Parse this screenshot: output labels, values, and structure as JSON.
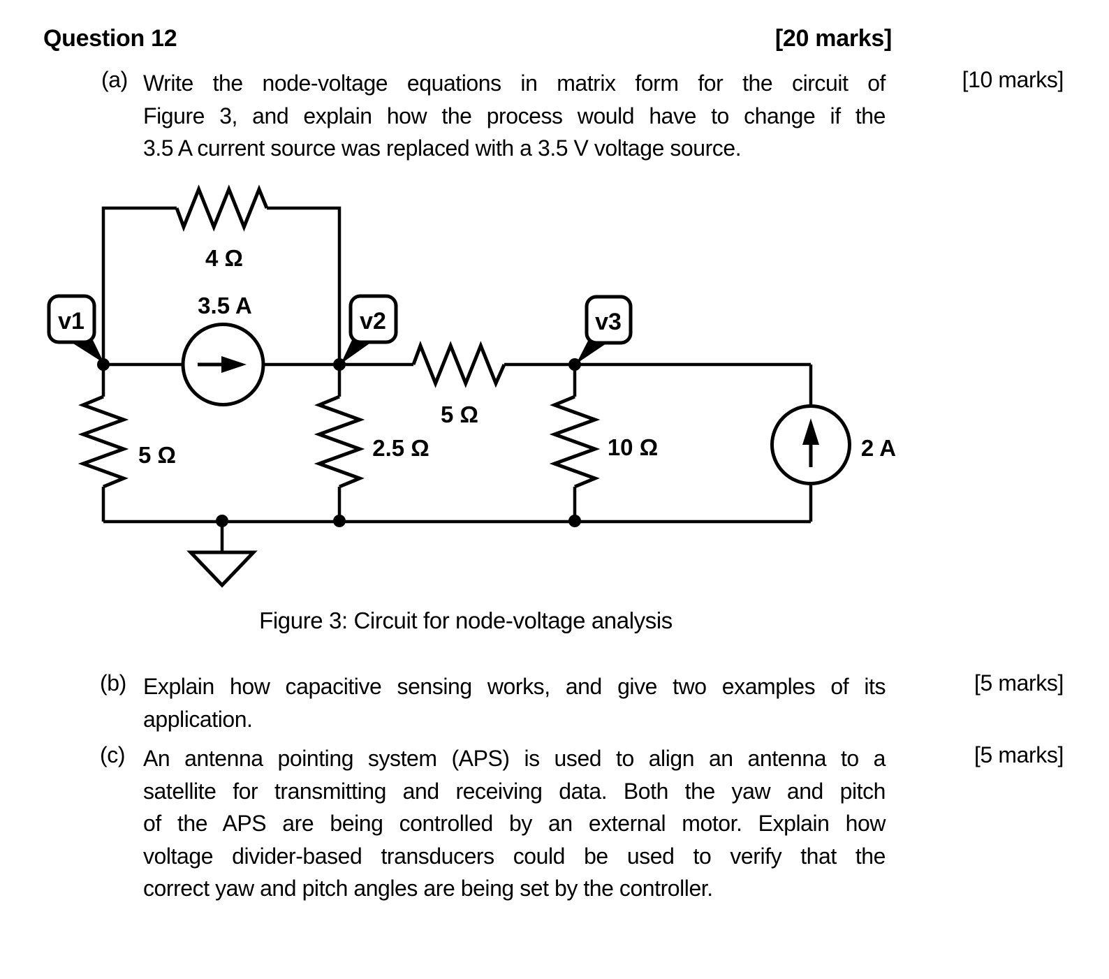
{
  "header": {
    "title": "Question 12",
    "total_marks": "[20 marks]"
  },
  "parts": {
    "a": {
      "label": "(a)",
      "marks": "[10 marks]",
      "lines": [
        "Write the node-voltage equations in matrix form for the circuit of",
        "Figure 3, and explain how the process would have to change if the",
        "3.5 A current source was replaced with a 3.5 V voltage source."
      ]
    },
    "b": {
      "label": "(b)",
      "marks": "[5 marks]",
      "lines": [
        "Explain how capacitive sensing works, and give two examples of its",
        "application."
      ]
    },
    "c": {
      "label": "(c)",
      "marks": "[5 marks]",
      "lines": [
        "An antenna pointing system (APS) is used to align an antenna to a",
        "satellite for transmitting and receiving data.  Both the yaw and pitch",
        "of the APS are being controlled by an external motor.  Explain how",
        "voltage divider-based transducers could be used to verify that the",
        "correct yaw and pitch angles are being set by the controller."
      ]
    }
  },
  "figure": {
    "caption": "Figure 3: Circuit for node-voltage analysis",
    "node_labels": {
      "v1": "v1",
      "v2": "v2",
      "v3": "v3"
    },
    "component_labels": {
      "top_resistor": "4 Ω",
      "top_current_source": "3.5 A",
      "left_resistor": "5 Ω",
      "middle_resistor": "2.5 Ω",
      "series_resistor": "5 Ω",
      "right_resistor": "10 Ω",
      "right_current_source": "2 A"
    }
  }
}
